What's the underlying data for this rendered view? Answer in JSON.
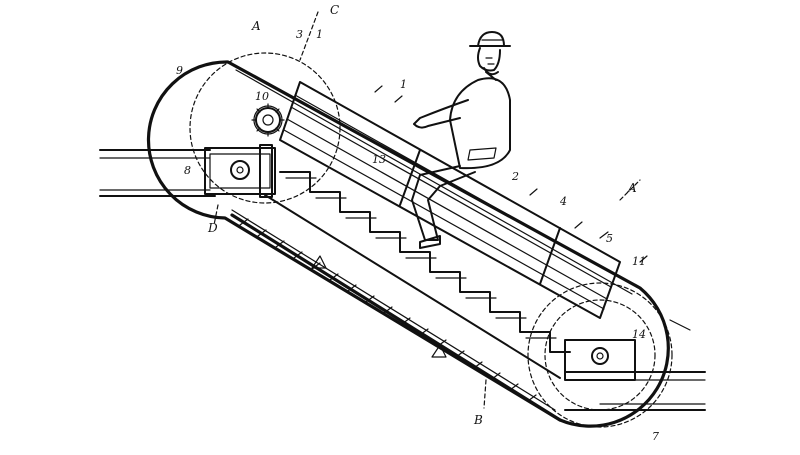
{
  "figure": {
    "labels": [
      {
        "id": "A-top",
        "text": "A"
      },
      {
        "id": "C-top",
        "text": "C"
      },
      {
        "id": "3-top",
        "text": "3"
      },
      {
        "id": "1-top",
        "text": "1"
      },
      {
        "id": "9-left",
        "text": "9"
      },
      {
        "id": "10-sprocket",
        "text": "10"
      },
      {
        "id": "1-upper",
        "text": "1"
      },
      {
        "id": "13-center",
        "text": "13"
      },
      {
        "id": "8-left",
        "text": "8"
      },
      {
        "id": "D-left",
        "text": "D"
      },
      {
        "id": "2-mid",
        "text": "2"
      },
      {
        "id": "4-right",
        "text": "4"
      },
      {
        "id": "A-right",
        "text": "A"
      },
      {
        "id": "5-right",
        "text": "5"
      },
      {
        "id": "11-right",
        "text": "11"
      },
      {
        "id": "14-right",
        "text": "14"
      },
      {
        "id": "B-bottom",
        "text": "B"
      },
      {
        "id": "7-bottom",
        "text": "7"
      }
    ]
  }
}
